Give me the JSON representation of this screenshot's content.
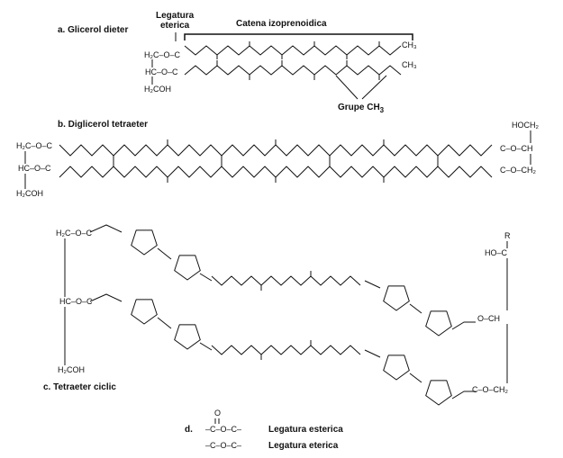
{
  "panel_a": {
    "title": "a. Glicerol dieter",
    "bond_label_line1": "Legatura",
    "bond_label_line2": "eterica",
    "chain_label": "Catena izoprenoidica",
    "methyl_label": "Grupe CH",
    "methyl_sub": "3",
    "row1": "H₂C–O–C",
    "row2": "HC–O–C",
    "row3": "H₂COH",
    "ch3_1": "CH₃",
    "ch3_2": "CH₃"
  },
  "panel_b": {
    "title": "b. Diglicerol tetraeter",
    "left_row1": "H₂C–O–C",
    "left_row2": "HC–O–C",
    "left_row3": "H₂COH",
    "right_row0": "HOCH₂",
    "right_row1": "C–O–CH",
    "right_row2": "C–O–CH₂"
  },
  "panel_c": {
    "title": "c. Tetraeter ciclic",
    "left_row1": "H₂C–O–C",
    "left_row2": "HC–O–C",
    "left_row3": "H₂COH",
    "r_label": "R",
    "ho_label": "HO–C",
    "ch_label": "O–CH",
    "bottom_right": "C–O–CH₂"
  },
  "panel_d": {
    "label": "d.",
    "ester_formula": "–C–O–C–",
    "ester_o": "O",
    "ester_label": "Legatura esterica",
    "ether_formula": "–C–O–C–",
    "ether_label": "Legatura eterica"
  }
}
